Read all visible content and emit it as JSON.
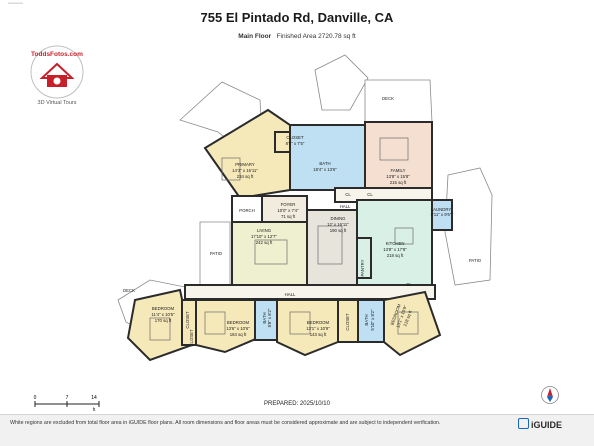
{
  "top_mark": "xxxxxxxxxx",
  "title": "755 El Pintado Rd, Danville, CA",
  "subtitle": {
    "floor": "Main Floor",
    "area": "Finished Area 2720.78 sq ft"
  },
  "logo": {
    "brand": "ToddsFotos.com",
    "tagline": "3D Virtual Tours"
  },
  "rooms": {
    "closet_top": {
      "name": "CLOSET",
      "dims": "8'9\" x 7'5\""
    },
    "primary": {
      "name": "PRIMARY",
      "dims": "14'3\" x 16'11\"",
      "area": "234 sq ft"
    },
    "bath_main": {
      "name": "BATH",
      "dims": "18'4\" x 13'6\""
    },
    "family": {
      "name": "FAMILY",
      "dims": "13'8\" x 15'8\"",
      "area": "215 sq ft"
    },
    "cl_a": "CL",
    "cl_b": "CL",
    "cl_c": "CL",
    "hall_top": "HALL",
    "hall_bottom": "HALL",
    "foyer": {
      "name": "FOYER",
      "dims": "10'0\" x 7'4\"",
      "area": "71 sq ft"
    },
    "porch": "PORCH",
    "laundry": {
      "name": "LAUNDRY",
      "dims": "5'11\" x 9'6\""
    },
    "dining": {
      "name": "DINING",
      "dims": "12' x 16'11\"",
      "area": "190 sq ft"
    },
    "living": {
      "name": "LIVING",
      "dims": "17'10\" x 12'7\"",
      "area": "242 sq ft"
    },
    "kitchen": {
      "name": "KITCHEN",
      "dims": "13'8\" x 17'8\"",
      "area": "218 sq ft"
    },
    "pantry": "PANTRY",
    "patio_left": "PATIO",
    "patio_right": "PATIO",
    "deck_top": "DECK",
    "deck_left": "DECK",
    "bedroom1": {
      "name": "BEDROOM",
      "dims": "11'4\" x 10'5\"",
      "area": "170 sq ft"
    },
    "closet_b1": "CLOSET",
    "closet_b1b": "CLOSET",
    "bedroom2": {
      "name": "BEDROOM",
      "dims": "13'6\" x 10'6\"",
      "area": "184 sq ft"
    },
    "bath2": {
      "name": "BATH",
      "dims": "5'8\" x 8'2\""
    },
    "bedroom3": {
      "name": "BEDROOM",
      "dims": "13'1\" x 10'9\"",
      "area": "143 sq ft"
    },
    "closet_b3": "CLOSET",
    "bath3": {
      "name": "BATH",
      "dims": "5'10\" x 8'2\""
    },
    "bedroom4": {
      "name": "BEDROOM",
      "dims": "13'1\" x 10'9\"",
      "area": "218 sq ft"
    }
  },
  "scale": {
    "t0": "0",
    "t1": "7",
    "t2": "14",
    "unit": "ft"
  },
  "prepared": "PREPARED: 2025/10/10",
  "disclaimer": "White regions are excluded from total floor area in iGUIDE floor plans. All room dimensions and floor areas must be considered approximate and are subject to independent verification.",
  "brand": "iGUIDE",
  "colors": {
    "bedroom": "#f6e9b9",
    "bath": "#bfe0f2",
    "living": "#eef0cf",
    "dining": "#e7e4dc",
    "kitchen": "#d9f0e6",
    "family": "#f4dfd0",
    "foyer": "#f1ecde",
    "hall": "#f7f4ec",
    "wall": "#2b2b2b",
    "exterior": "#ffffff",
    "accent": "#1a66b8",
    "logo_red": "#c8202a"
  }
}
